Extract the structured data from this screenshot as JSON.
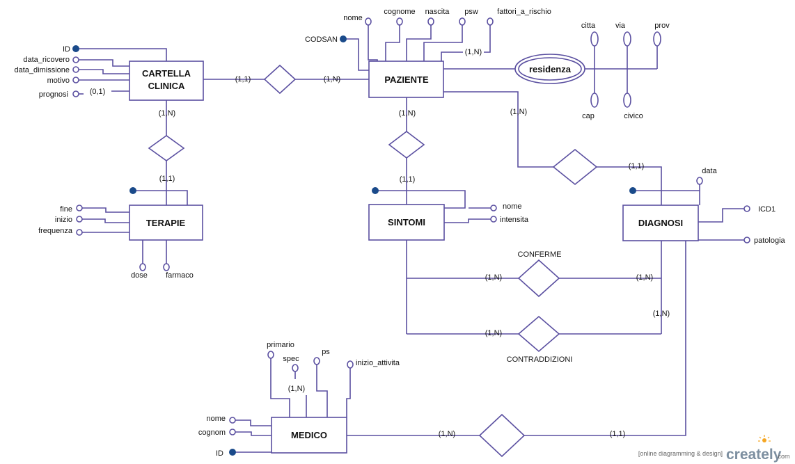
{
  "entities": {
    "cartella": {
      "line1": "CARTELLA",
      "line2": "CLINICA"
    },
    "paziente": "PAZIENTE",
    "terapie": "TERAPIE",
    "sintomi": "SINTOMI",
    "diagnosi": "DIAGNOSI",
    "medico": "MEDICO",
    "residenza": "residenza"
  },
  "attributes": {
    "cartella": {
      "id": "ID",
      "data_ricovero": "data_ricovero",
      "data_dimissione": "data_dimissione",
      "motivo": "motivo",
      "prognosi": "prognosi",
      "prognosi_card": "(0,1)"
    },
    "paziente": {
      "codsan": "CODSAN",
      "nome": "nome",
      "cognome": "cognome",
      "nascita": "nascita",
      "psw": "psw",
      "fattori": "fattori_a_rischio",
      "fattori_card": "(1,N)"
    },
    "residenza": {
      "citta": "citta",
      "via": "via",
      "prov": "prov",
      "cap": "cap",
      "civico": "civico"
    },
    "terapie": {
      "fine": "fine",
      "inizio": "inizio",
      "frequenza": "frequenza",
      "dose": "dose",
      "farmaco": "farmaco"
    },
    "sintomi": {
      "nome": "nome",
      "intensita": "intensita"
    },
    "diagnosi": {
      "data": "data",
      "icd1": "ICD1",
      "patologia": "patologia"
    },
    "medico": {
      "primario": "primario",
      "spec": "spec",
      "spec_card": "(1,N)",
      "ps": "ps",
      "inizio_attivita": "inizio_attivita",
      "nome": "nome",
      "cognome": "cognom",
      "id": "ID"
    }
  },
  "relationships": {
    "conferme": "CONFERME",
    "contraddizioni": "CONTRADDIZIONI"
  },
  "cardinalities": {
    "cartella_paziente_left": "(1,1)",
    "cartella_paziente_right": "(1,N)",
    "cartella_terapie_top": "(1,N)",
    "cartella_terapie_bottom": "(1,1)",
    "paziente_sintomi_top": "(1,N)",
    "paziente_sintomi_bottom": "(1,1)",
    "paziente_diagnosi_top": "(1,N)",
    "paziente_diagnosi_right": "(1,1)",
    "conferme_left": "(1,N)",
    "conferme_right": "(1,N)",
    "contraddizioni_left": "(1,N)",
    "contraddizioni_right": "(1,N)",
    "medico_diagnosi_left": "(1,N)",
    "medico_diagnosi_right": "(1,1)"
  },
  "watermark": {
    "tagline": "[online diagramming & design]",
    "logo": "creately",
    "suffix": ".com"
  },
  "colors": {
    "line": "#5a4fa0",
    "key_dot": "#1a4a8a",
    "logo": "#7d8fa0",
    "logo_dot": "#f5a623"
  }
}
